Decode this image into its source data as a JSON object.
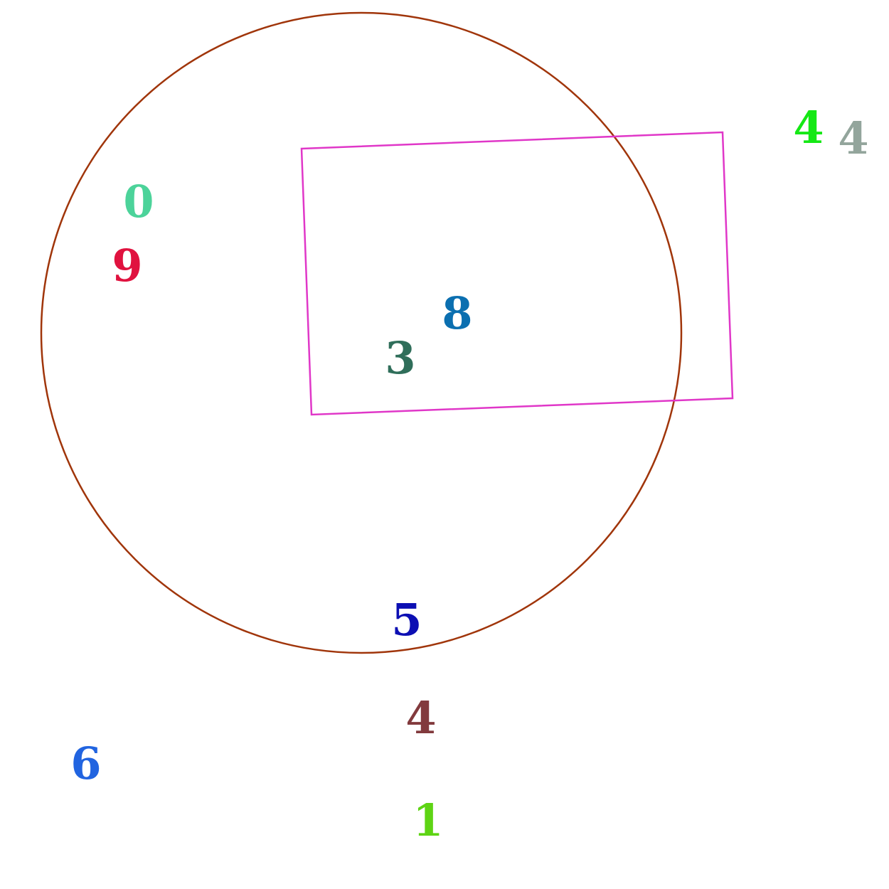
{
  "colors": {
    "circle": "#a0350a",
    "rectangle": "#e037c8"
  },
  "labels": [
    {
      "id": "digit-0",
      "text": "0",
      "color": "#4cd39a"
    },
    {
      "id": "digit-9",
      "text": "9",
      "color": "#e0123f"
    },
    {
      "id": "digit-8",
      "text": "8",
      "color": "#0b6fb0"
    },
    {
      "id": "digit-3",
      "text": "3",
      "color": "#2f6e5a"
    },
    {
      "id": "digit-5",
      "text": "5",
      "color": "#0c0fb3"
    },
    {
      "id": "digit-4-green",
      "text": "4",
      "color": "#15e815"
    },
    {
      "id": "digit-4-gray",
      "text": "4",
      "color": "#93a59c"
    },
    {
      "id": "digit-4-brown",
      "text": "4",
      "color": "#823a3d"
    },
    {
      "id": "digit-6",
      "text": "6",
      "color": "#2164e0"
    },
    {
      "id": "digit-1",
      "text": "1",
      "color": "#5ed414"
    }
  ]
}
